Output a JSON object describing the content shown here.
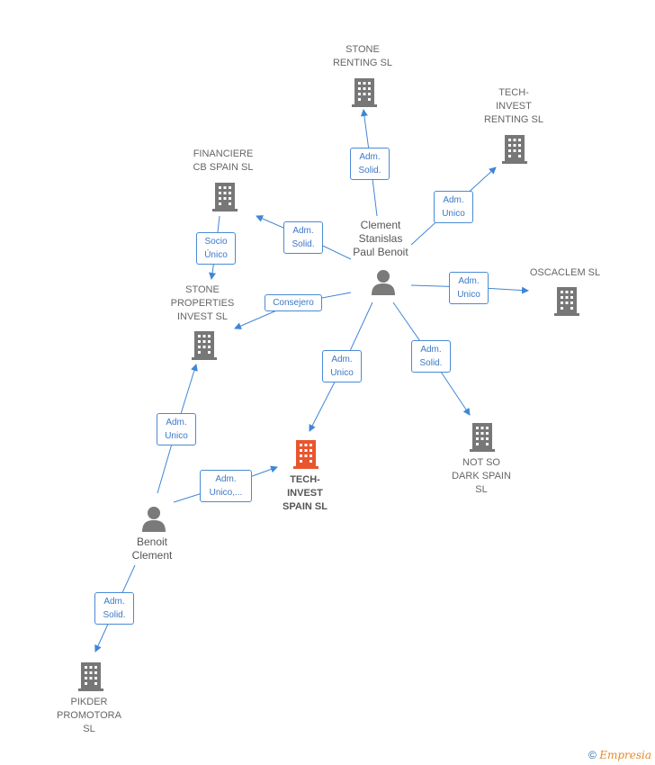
{
  "colors": {
    "company": "#777777",
    "highlight": "#e8562e",
    "edge": "#3f86d6",
    "person": "#7a7a7a"
  },
  "companies": [
    {
      "id": "stone_renting",
      "lines": [
        "STONE",
        "RENTING  SL"
      ]
    },
    {
      "id": "tech_invest_renting",
      "lines": [
        "TECH-",
        "INVEST",
        "RENTING  SL"
      ]
    },
    {
      "id": "financiere",
      "lines": [
        "FINANCIERE",
        "CB SPAIN  SL"
      ]
    },
    {
      "id": "oscaclem",
      "lines": [
        "OSCACLEM  SL"
      ]
    },
    {
      "id": "stone_properties",
      "lines": [
        "STONE",
        "PROPERTIES",
        "INVEST  SL"
      ]
    },
    {
      "id": "tech_invest_spain",
      "lines": [
        "TECH-",
        "INVEST",
        "SPAIN  SL"
      ]
    },
    {
      "id": "not_so_dark",
      "lines": [
        "NOT SO",
        "DARK SPAIN",
        "SL"
      ]
    },
    {
      "id": "pikder",
      "lines": [
        "PIKDER",
        "PROMOTORA",
        "SL"
      ]
    }
  ],
  "persons": [
    {
      "id": "clement",
      "lines": [
        "Clement",
        "Stanislas",
        "Paul Benoit"
      ]
    },
    {
      "id": "benoit",
      "lines": [
        "Benoit",
        "Clement"
      ]
    }
  ],
  "edge_labels": [
    {
      "id": "e1",
      "lines": [
        "Adm.",
        "Solid."
      ]
    },
    {
      "id": "e2",
      "lines": [
        "Adm.",
        "Unico"
      ]
    },
    {
      "id": "e3",
      "lines": [
        "Adm.",
        "Solid."
      ]
    },
    {
      "id": "e4",
      "lines": [
        "Adm.",
        "Unico"
      ]
    },
    {
      "id": "e5",
      "lines": [
        "Consejero"
      ]
    },
    {
      "id": "e6",
      "lines": [
        "Adm.",
        "Unico"
      ]
    },
    {
      "id": "e7",
      "lines": [
        "Adm.",
        "Solid."
      ]
    },
    {
      "id": "e8",
      "lines": [
        "Socio",
        "Único"
      ]
    },
    {
      "id": "e9",
      "lines": [
        "Adm.",
        "Unico"
      ]
    },
    {
      "id": "e10",
      "lines": [
        "Adm.",
        "Unico,..."
      ]
    },
    {
      "id": "e11",
      "lines": [
        "Adm.",
        "Solid."
      ]
    }
  ],
  "footer": {
    "copyright": "©",
    "brand": "Empresia"
  }
}
